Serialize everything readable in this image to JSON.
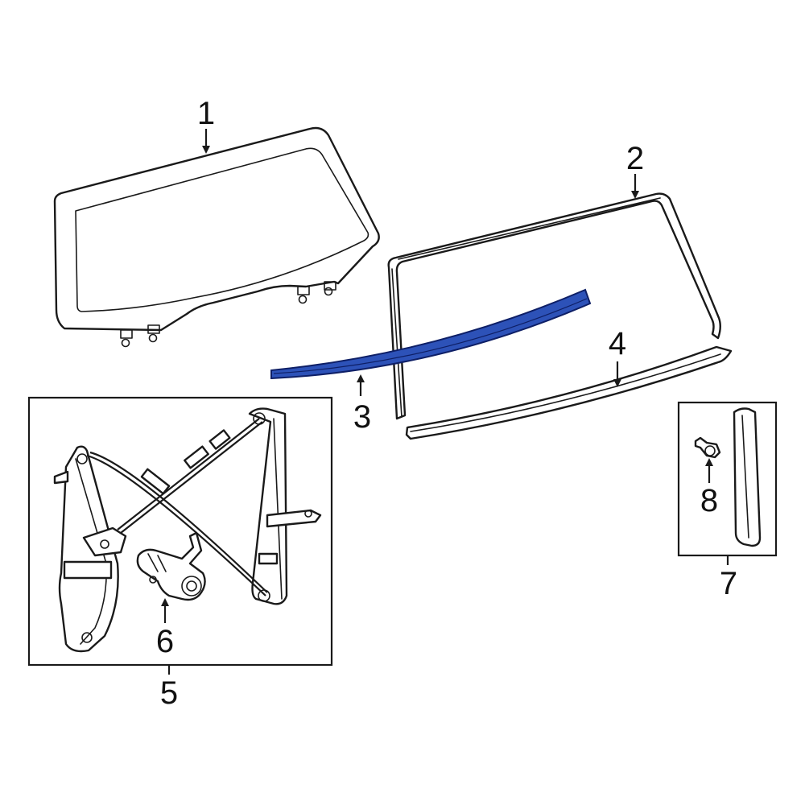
{
  "diagram": {
    "callouts": {
      "c1": "1",
      "c2": "2",
      "c3": "3",
      "c4": "4",
      "c5": "5",
      "c6": "6",
      "c7": "7",
      "c8": "8"
    },
    "highlight_color": "#2d52b8",
    "highlight_edge_color": "#0e1f66",
    "line_color": "#1a1a1a"
  }
}
